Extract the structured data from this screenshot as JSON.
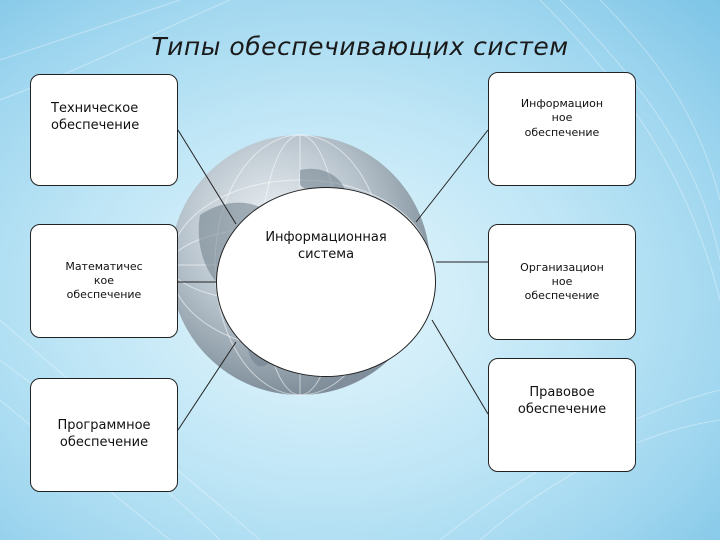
{
  "title": "Типы обеспечивающих систем",
  "center": {
    "label": "Информационная\nсистема"
  },
  "boxes": {
    "technical": "Техническое\nобеспечение",
    "mathematical": "Математичес\nкое\nобеспечение",
    "software": "Программное\nобеспечение",
    "informational": "Информацион\nное\nобеспечение",
    "organizational": "Организацион\nное\nобеспечение",
    "legal": "Правовое\nобеспечение"
  },
  "colors": {
    "background": "#bfe6f6",
    "globe": "#9aa8b4",
    "box_fill": "#ffffff",
    "stroke": "#222222"
  }
}
